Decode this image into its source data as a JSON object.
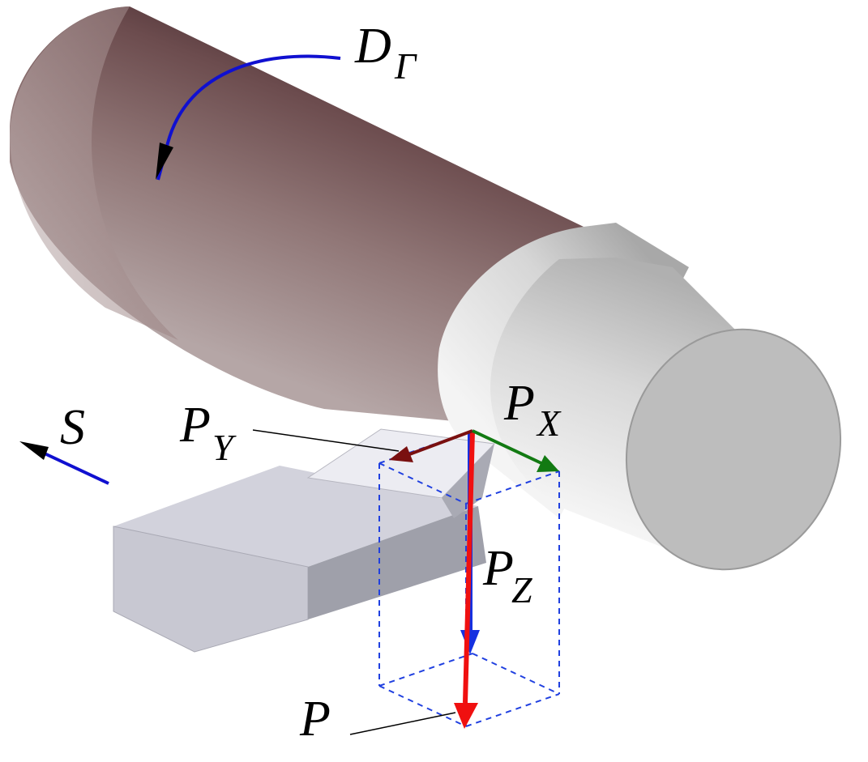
{
  "labels": {
    "main_rotation": "D",
    "main_rotation_sub": "Г",
    "feed": "S",
    "force_x": "P",
    "force_x_sub": "X",
    "force_y": "P",
    "force_y_sub": "Y",
    "force_z": "P",
    "force_z_sub": "Z",
    "force_total": "P"
  },
  "colors": {
    "rotation_arrow": "#1010d0",
    "feed_arrow": "#1010d0",
    "force_x": "#127a12",
    "force_y": "#7a1010",
    "force_z": "#1530e0",
    "force_total": "#f01010",
    "box_dashes": "#2040e0"
  }
}
